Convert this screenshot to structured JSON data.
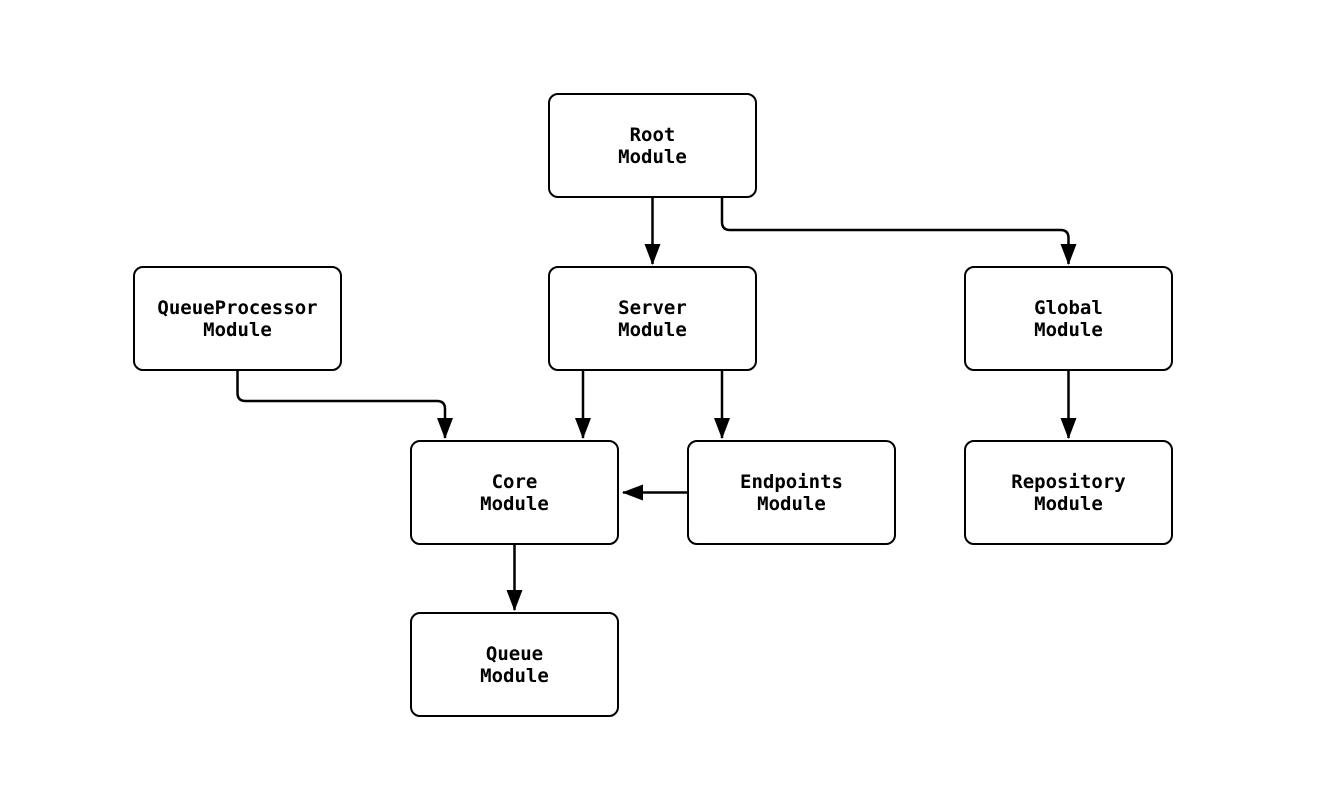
{
  "diagram": {
    "type": "module-dependency-flowchart",
    "background_color": "#ffffff",
    "node_fill_color": "#ffffff",
    "stroke_color": "#000000",
    "nodes": {
      "root": {
        "label": "Root\nModule"
      },
      "queue_processor": {
        "label": "QueueProcessor\nModule"
      },
      "server": {
        "label": "Server\nModule"
      },
      "global": {
        "label": "Global\nModule"
      },
      "core": {
        "label": "Core\nModule"
      },
      "endpoints": {
        "label": "Endpoints\nModule"
      },
      "repository": {
        "label": "Repository\nModule"
      },
      "queue": {
        "label": "Queue\nModule"
      }
    },
    "edges": [
      {
        "from": "Root Module",
        "to": "Server Module"
      },
      {
        "from": "Root Module",
        "to": "Global Module"
      },
      {
        "from": "QueueProcessor Module",
        "to": "Core Module"
      },
      {
        "from": "Server Module",
        "to": "Core Module"
      },
      {
        "from": "Server Module",
        "to": "Endpoints Module"
      },
      {
        "from": "Endpoints Module",
        "to": "Core Module"
      },
      {
        "from": "Global Module",
        "to": "Repository Module"
      },
      {
        "from": "Core Module",
        "to": "Queue Module"
      }
    ]
  }
}
